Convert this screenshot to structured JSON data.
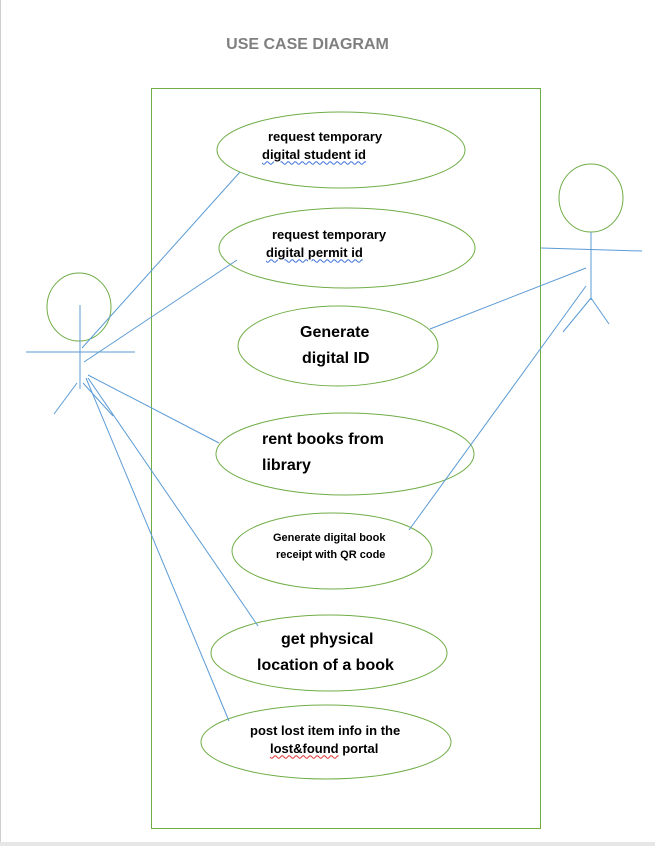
{
  "diagram": {
    "title": "USE CASE DIAGRAM",
    "use_cases": [
      {
        "id": "uc1",
        "line1": "request temporary",
        "line2": "digital  student id"
      },
      {
        "id": "uc2",
        "line1": "request temporary",
        "line2": "digital  permit  id"
      },
      {
        "id": "uc3",
        "line1": "Generate",
        "line2": "digital ID"
      },
      {
        "id": "uc4",
        "line1": "rent books from",
        "line2": "library"
      },
      {
        "id": "uc5",
        "line1": "Generate digital book",
        "line2": "receipt with QR code"
      },
      {
        "id": "uc6",
        "line1": "get physical",
        "line2": "location of a book"
      },
      {
        "id": "uc7",
        "line1": "post lost item info in the",
        "line2": "lost&found portal"
      }
    ],
    "colors": {
      "boundary": "#70ad47",
      "ellipse": "#70ad47",
      "actor": "#5b9bd5",
      "association": "#5b9bd5",
      "title": "#7f7f7f"
    }
  }
}
